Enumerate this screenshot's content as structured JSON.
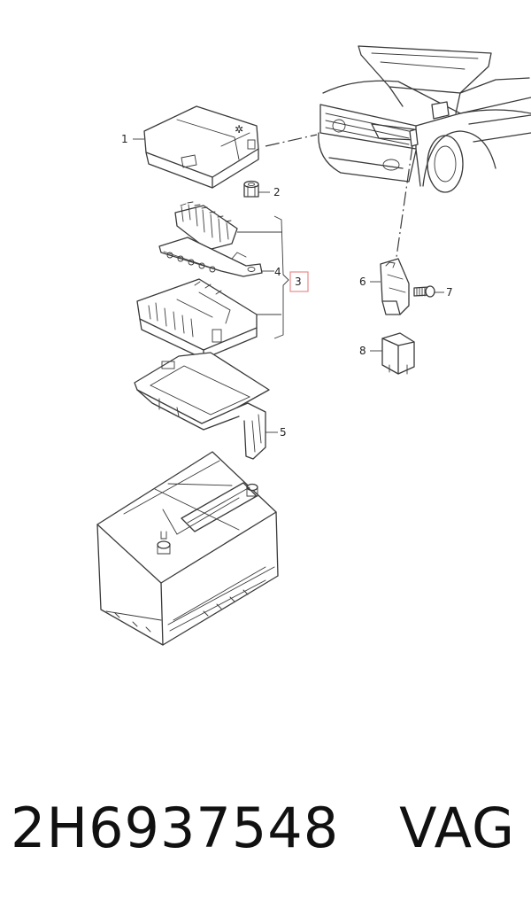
{
  "callouts": {
    "c1": "1",
    "c2": "2",
    "c3": "3",
    "c4": "4",
    "c5": "5",
    "c6": "6",
    "c7": "7",
    "c8": "8"
  },
  "footer": {
    "part_number": "2H6937548",
    "brand": "VAG"
  },
  "colors": {
    "line": "#3a3a3a",
    "highlight_box": "#e88a8a"
  }
}
